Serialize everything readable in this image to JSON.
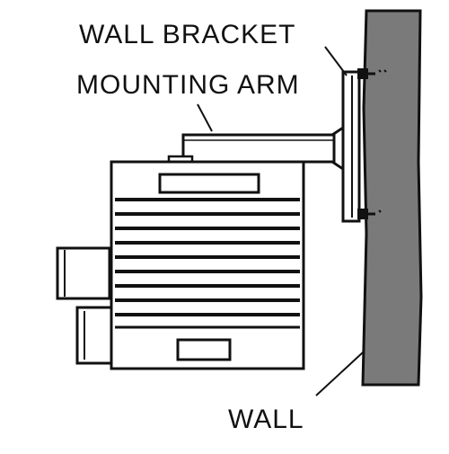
{
  "labels": {
    "wall_bracket": "WALL BRACKET",
    "mounting_arm": "MOUNTING ARM",
    "wall": "WALL"
  },
  "colors": {
    "wall": "#7a7a7a",
    "ink": "#111111",
    "paper": "#ffffff"
  }
}
